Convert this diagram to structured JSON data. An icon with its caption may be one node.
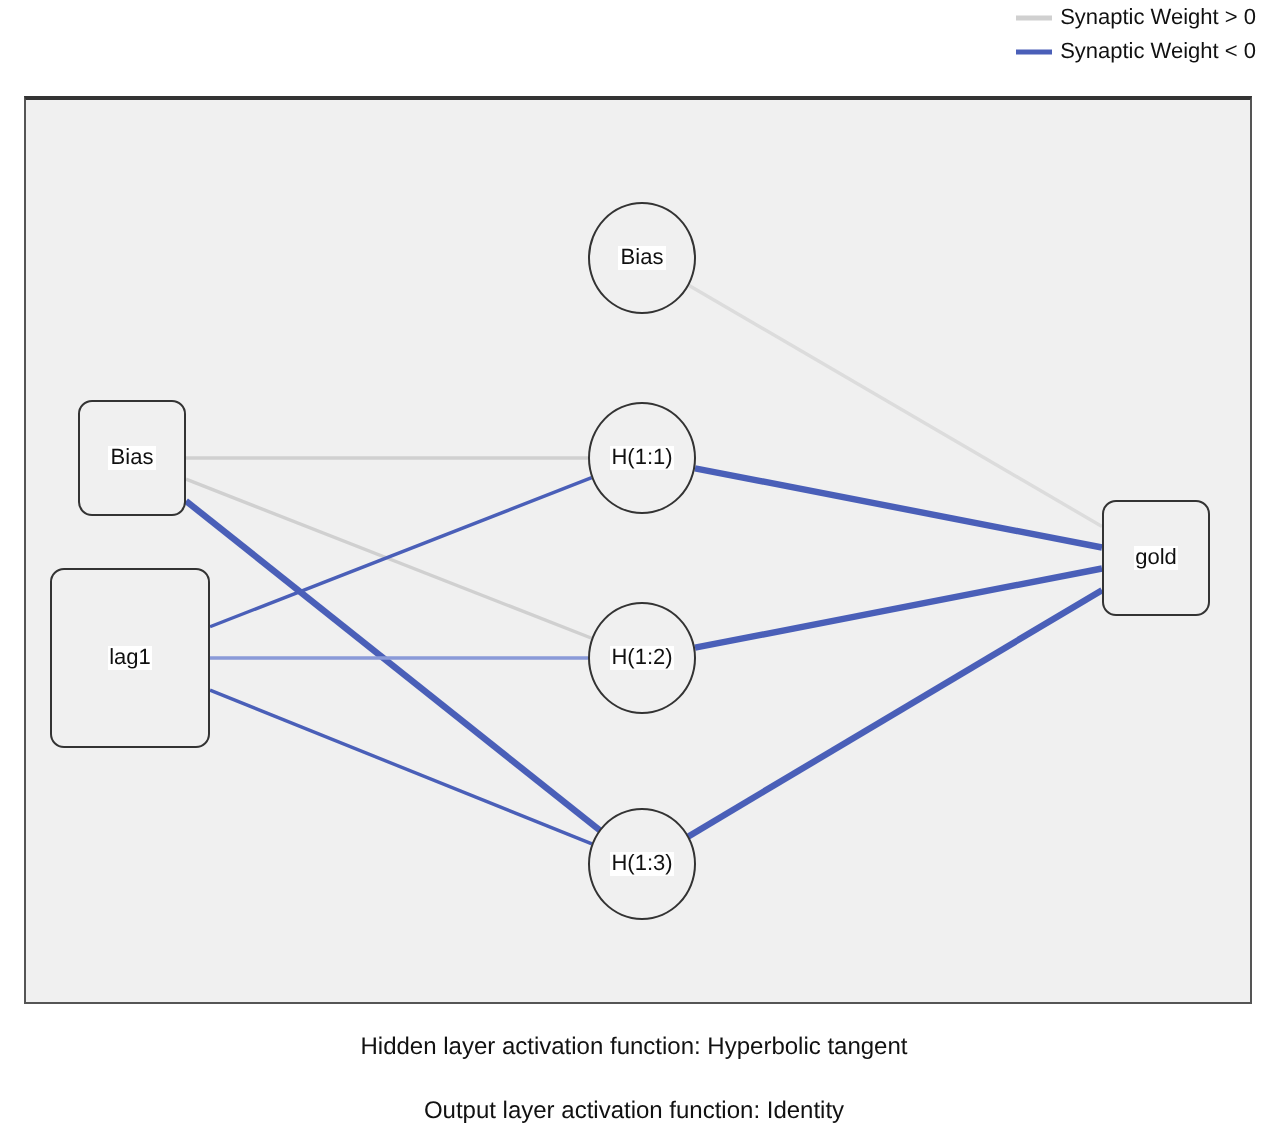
{
  "diagram": {
    "nodes": [
      {
        "text": [
          "Bias"
        ]
      },
      {
        "text": [
          "lag1"
        ]
      },
      {
        "text": [
          "Bias"
        ]
      },
      {
        "text": [
          "H(1:1)"
        ]
      },
      {
        "text": [
          "H(1:2)"
        ]
      },
      {
        "text": [
          "H(1:3)"
        ]
      },
      {
        "text": [
          "gold"
        ]
      }
    ],
    "edges": [
      {
        "from": 0,
        "to": 3,
        "arrow": "none",
        "color": "#d0d0d0"
      },
      {
        "from": 0,
        "to": 4,
        "arrow": "none",
        "color": "#d0d0d0"
      },
      {
        "from": 0,
        "to": 5,
        "arrow": "none",
        "style": "thick"
      },
      {
        "from": 1,
        "to": 3,
        "arrow": "none"
      },
      {
        "from": 1,
        "to": 4,
        "arrow": "none",
        "color": "#8a9ad8"
      },
      {
        "from": 1,
        "to": 5,
        "arrow": "none"
      },
      {
        "from": 2,
        "to": 6,
        "arrow": "none",
        "color": "#dcdcdc"
      },
      {
        "from": 3,
        "to": 6,
        "arrow": "none",
        "style": "thick"
      },
      {
        "from": 4,
        "to": 6,
        "arrow": "none",
        "style": "thick"
      },
      {
        "from": 5,
        "to": 6,
        "arrow": "none",
        "style": "thick"
      }
    ],
    "labels": [
      "Hidden layer activation function: Hyperbolic tangent",
      "Output layer activation function: Identity"
    ],
    "legend": [
      {
        "text": "Synaptic Weight > 0"
      },
      {
        "text": "Synaptic Weight < 0"
      }
    ]
  }
}
